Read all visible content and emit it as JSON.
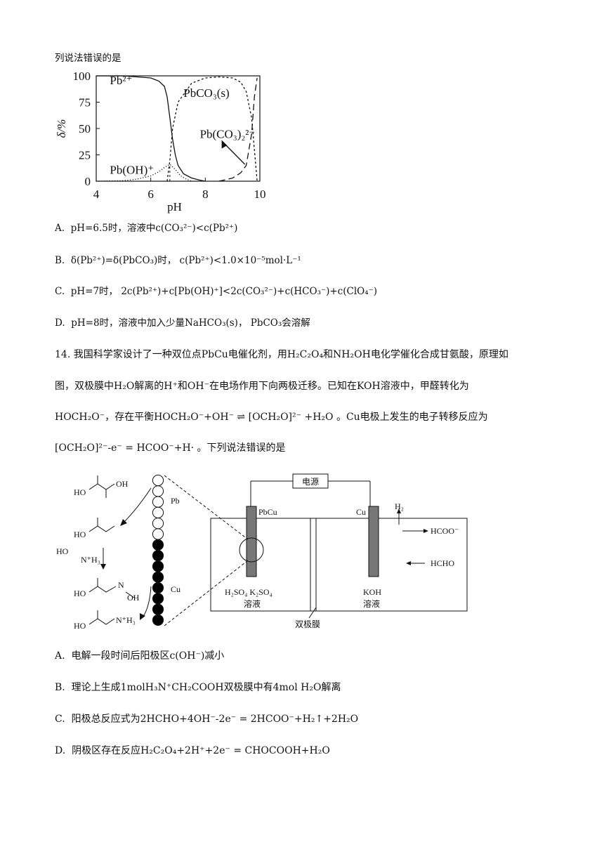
{
  "q13": {
    "stem_tail": "列说法错误的是",
    "options": [
      {
        "label": "A",
        "text": "pH=6.5时，溶液中c(CO₃²⁻)<c(Pb²⁺)"
      },
      {
        "label": "B.",
        "text": "δ(Pb²⁺)=δ(PbCO₃)时， c(Pb²⁺)<1.0×10⁻⁵mol·L⁻¹"
      },
      {
        "label": "C.",
        "text": "pH=7时， 2c(Pb²⁺)+c[Pb(OH)⁺]<2c(CO₃²⁻)+c(HCO₃⁻)+c(ClO₄⁻)"
      },
      {
        "label": "D.",
        "text": "pH=8时，溶液中加入少量NaHCO₃(s)， PbCO₃会溶解"
      }
    ]
  },
  "chart_data": {
    "type": "line",
    "xlabel": "pH",
    "ylabel": "δ/%",
    "xlim": [
      4,
      10
    ],
    "ylim": [
      0,
      100
    ],
    "x_ticks": [
      "4",
      "6",
      "8",
      "10"
    ],
    "y_ticks": [
      "0",
      "25",
      "50",
      "75",
      "100"
    ],
    "series": [
      {
        "name": "Pb²⁺",
        "style": "solid",
        "x": [
          4.0,
          5.0,
          5.5,
          6.0,
          6.3,
          6.5,
          6.6,
          6.7,
          6.8,
          6.9,
          7.0,
          7.2,
          7.5,
          7.8,
          8.0
        ],
        "y": [
          100,
          100,
          99,
          98,
          95,
          90,
          80,
          60,
          40,
          25,
          15,
          7,
          3,
          1,
          0
        ]
      },
      {
        "name": "PbCO₃(s)",
        "style": "short-dash",
        "x": [
          6.6,
          6.7,
          6.8,
          7.0,
          7.5,
          8.0,
          8.5,
          9.0,
          9.3,
          9.5,
          9.7,
          9.8,
          9.9
        ],
        "y": [
          0,
          20,
          50,
          75,
          93,
          98,
          99,
          98,
          94,
          85,
          60,
          30,
          0
        ]
      },
      {
        "name": "Pb(CO₃)₂²⁻",
        "style": "long-dash",
        "x": [
          8.5,
          9.0,
          9.3,
          9.5,
          9.7,
          9.8,
          9.9
        ],
        "y": [
          0,
          3,
          8,
          15,
          45,
          80,
          98
        ]
      },
      {
        "name": "Pb(OH)⁺",
        "style": "dotted",
        "x": [
          4.0,
          5.0,
          5.5,
          6.0,
          6.3,
          6.5,
          6.7,
          6.9,
          7.1,
          7.3,
          7.5
        ],
        "y": [
          0,
          0.5,
          2,
          5,
          9,
          13,
          16,
          11,
          5,
          2,
          0
        ]
      }
    ],
    "annotations": [
      "Pb²⁺",
      "PbCO₃(s)",
      "Pb(CO₃)₂²⁻",
      "Pb(OH)⁺"
    ],
    "colors": {
      "line": "#111111"
    }
  },
  "q14": {
    "lines": [
      "14. 我国科学家设计了一种双位点PbCu电催化剂，用H₂C₂O₄和NH₂OH电化学催化合成甘氨酸，原理如",
      "图，双极膜中H₂O解离的H⁺和OH⁻在电场作用下向两极迁移。已知在KOH溶液中，甲醛转化为",
      "HOCH₂O⁻，存在平衡HOCH₂O⁻+OH⁻ ⇌ [OCH₂O]²⁻ +H₂O 。Cu电极上发生的电子转移反应为",
      "[OCH₂O]²⁻-e⁻ = HCOO⁻+H· 。下列说法错误的是"
    ],
    "diagram": {
      "power_label": "电源",
      "left_electrode": "PbCu",
      "right_electrode": "Cu",
      "gas": "H₂",
      "outputs": [
        "HCOO⁻",
        "HCHO"
      ],
      "left_solution": [
        "H₂SO₄  K₂SO₄",
        "溶液"
      ],
      "right_solution": [
        "KOH",
        "溶液"
      ],
      "membrane": "双极膜",
      "catalyst_labels": [
        "Pb",
        "Cu"
      ],
      "molecules": [
        "HO",
        "OH",
        "HO",
        "HO",
        "N⁺H₃",
        "HO",
        "N",
        "OH",
        "HO",
        "N⁺H₃"
      ]
    },
    "options": [
      {
        "label": "A.",
        "text": "电解一段时间后阳极区c(OH⁻)减小"
      },
      {
        "label": "B.",
        "text": "理论上生成1molH₃N⁺CH₂COOH双极膜中有4mol H₂O解离"
      },
      {
        "label": "C.",
        "text": "阳极总反应式为2HCHO+4OH⁻-2e⁻ = 2HCOO⁻+H₂↑+2H₂O"
      },
      {
        "label": "D.",
        "text": "阴极区存在反应H₂C₂O₄+2H⁺+2e⁻ = CHOCOOH+H₂O"
      }
    ]
  }
}
